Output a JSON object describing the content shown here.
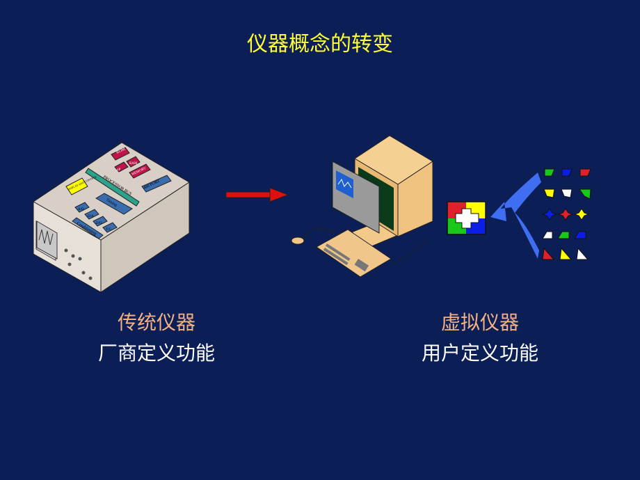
{
  "slide": {
    "title": "仪器概念的转变",
    "left": {
      "heading": "传统仪器",
      "subheading": "厂商定义功能"
    },
    "right": {
      "heading": "虚拟仪器",
      "subheading": "用户定义功能"
    }
  },
  "instrument_labels": {
    "rom": "ROM",
    "up": "uP",
    "ram": "RAM",
    "memory": "MEMORY",
    "processor_bus": "PROCESSOR BUS",
    "display": "DISPLAY AND CONTROL",
    "port": "488 PORT",
    "timing": "Timing",
    "ad": "A/D",
    "da": "D/A",
    "dd": "D/D",
    "ttc": "T/C",
    "conditioning": "Conditioning"
  },
  "colors": {
    "background": "#0b1e56",
    "title": "#ffff33",
    "heading": "#f4b183",
    "arrow_red": "#e01010",
    "arrow_blue": "#3f6ff0"
  }
}
